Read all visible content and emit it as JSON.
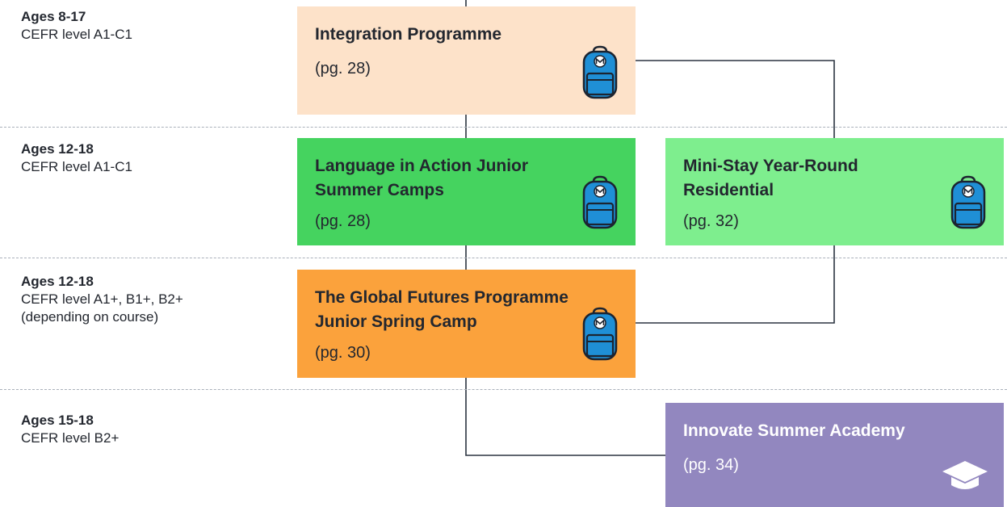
{
  "rows": [
    {
      "age": "Ages 8-17",
      "level": "CEFR level A1-C1"
    },
    {
      "age": "Ages 12-18",
      "level": "CEFR level A1-C1"
    },
    {
      "age": "Ages 12-18",
      "level": "CEFR level A1+, B1+, B2+ (depending on course)"
    },
    {
      "age": "Ages 15-18",
      "level": "CEFR level B2+"
    }
  ],
  "programmes": [
    {
      "title": "Integration Programme",
      "page": "(pg. 28)",
      "color": "#fde2c9",
      "icon": "backpack-icon"
    },
    {
      "title": "Language in Action Junior Summer Camps",
      "page": "(pg. 28)",
      "color": "#45d35f",
      "icon": "backpack-icon"
    },
    {
      "title": "Mini-Stay Year-Round Residential",
      "page": "(pg. 32)",
      "color": "#7eee8e",
      "icon": "backpack-icon"
    },
    {
      "title": "The Global Futures Programme Junior Spring Camp",
      "page": "(pg. 30)",
      "color": "#fba23c",
      "icon": "backpack-icon"
    },
    {
      "title": "Innovate Summer Academy",
      "page": "(pg. 34)",
      "color": "#9287bf",
      "icon": "graduation-cap-icon"
    }
  ],
  "colors": {
    "connector": "#2b3440",
    "divider": "#aab1ba",
    "backpack": "#1f8fd6"
  }
}
